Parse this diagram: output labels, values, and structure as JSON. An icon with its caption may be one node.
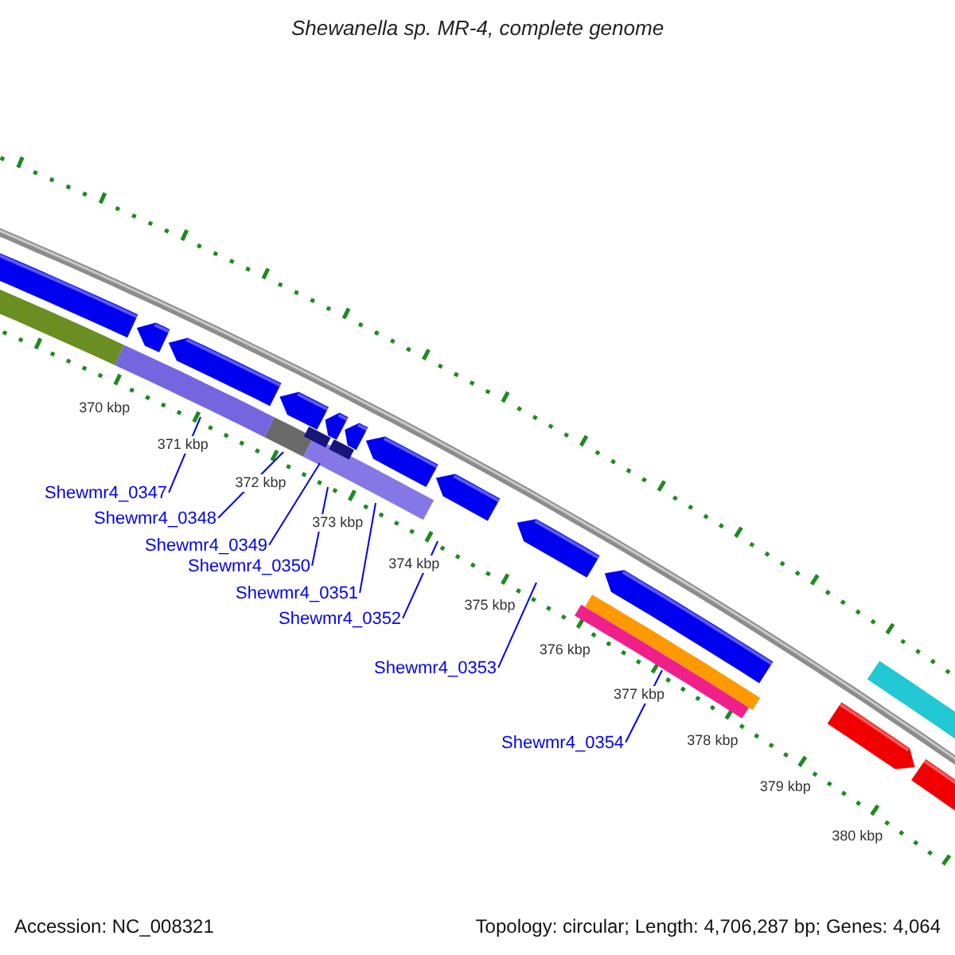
{
  "diagram": {
    "title": "Shewanella sp. MR-4, complete genome",
    "nodes": [
      {
        "text": [
          "Shewmr4_0347"
        ]
      },
      {
        "text": [
          "Shewmr4_0348"
        ]
      },
      {
        "text": [
          "Shewmr4_0349"
        ]
      },
      {
        "text": [
          "Shewmr4_0350"
        ]
      },
      {
        "text": [
          "Shewmr4_0351"
        ]
      },
      {
        "text": [
          "Shewmr4_0352"
        ]
      },
      {
        "text": [
          "Shewmr4_0353"
        ]
      },
      {
        "text": [
          "Shewmr4_0354"
        ]
      }
    ],
    "edges": [
      {
        "from": 0,
        "to": null,
        "arrow": "none"
      },
      {
        "from": 1,
        "to": null,
        "arrow": "none"
      },
      {
        "from": 2,
        "to": null,
        "arrow": "none"
      },
      {
        "from": 3,
        "to": null,
        "arrow": "none"
      },
      {
        "from": 4,
        "to": null,
        "arrow": "none"
      },
      {
        "from": 5,
        "to": null,
        "arrow": "none"
      },
      {
        "from": 6,
        "to": null,
        "arrow": "none"
      },
      {
        "from": 7,
        "to": null,
        "arrow": "none"
      }
    ],
    "labels": [
      "370 kbp",
      "371 kbp",
      "372 kbp",
      "373 kbp",
      "374 kbp",
      "375 kbp",
      "376 kbp",
      "377 kbp",
      "378 kbp",
      "379 kbp",
      "380 kbp",
      "Accession: NC_008321",
      "Topology: circular; Length: 4,706,287 bp; Genes: 4,064"
    ]
  }
}
